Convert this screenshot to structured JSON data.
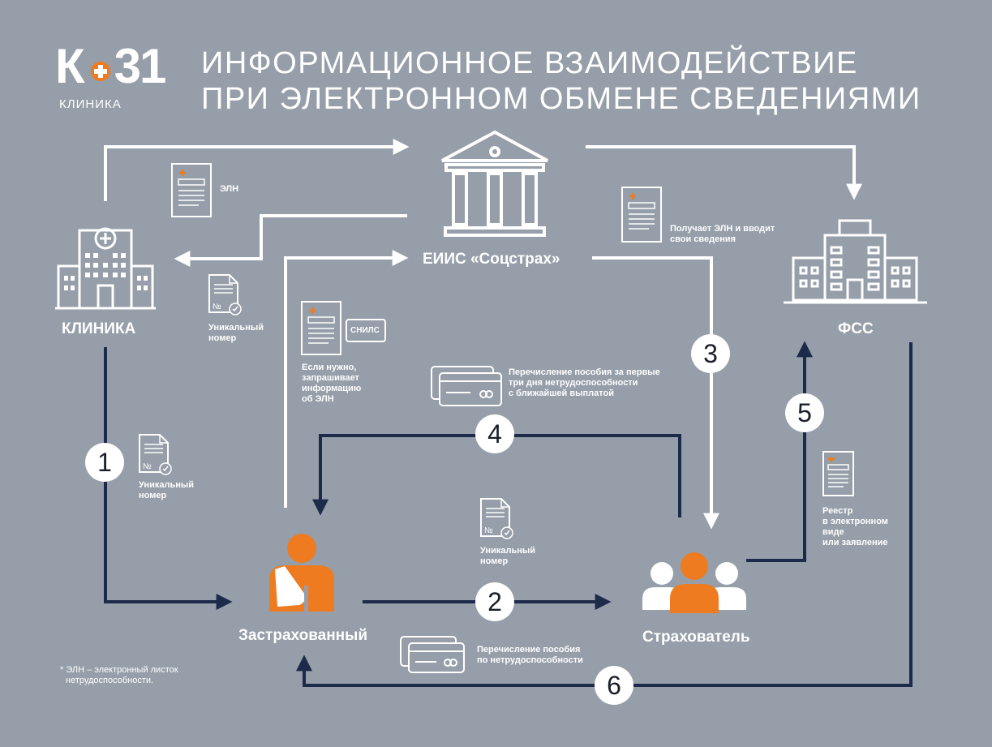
{
  "logo": {
    "text": "К+31",
    "main": "К",
    "plus": "+",
    "num": "31",
    "subtitle": "КЛИНИКА"
  },
  "title": {
    "line1": "ИНФОРМАЦИОННОЕ ВЗАИМОДЕЙСТВИЕ",
    "line2": "ПРИ ЭЛЕКТРОННОМ ОБМЕНЕ СВЕДЕНИЯМИ"
  },
  "nodes": {
    "clinic": "КЛИНИКА",
    "eiis": "ЕИИС «Соцстрах»",
    "fss": "ФСС",
    "insured": "Застрахованный",
    "insurer": "Страхователь"
  },
  "steps": [
    "1",
    "2",
    "3",
    "4",
    "5",
    "6"
  ],
  "annotations": {
    "eln": "ЭЛН",
    "unique_number_clinic": [
      "Уникальный",
      "номер"
    ],
    "unique_number_1": [
      "Уникальный",
      "номер"
    ],
    "unique_number_2": [
      "Уникальный",
      "номер"
    ],
    "snils": "СНИЛС",
    "query": [
      "Если нужно,",
      "запрашивает",
      "информацию",
      "об ЭЛН"
    ],
    "receives": [
      "Получает ЭЛН и вводит",
      "свои сведения"
    ],
    "transfer_first3": [
      "Перечисление пособия за первые",
      "три дня нетрудоспособности",
      "с ближайшей выплатой"
    ],
    "transfer_benefit": [
      "Перечисление пособия",
      "по нетрудоспособности"
    ],
    "registry": [
      "Реестр",
      "в электронном",
      "виде",
      "или заявление"
    ]
  },
  "footnote": [
    "* ЭЛН – электронный листок",
    "нетрудоспособности."
  ],
  "colors": {
    "background": "#959ea9",
    "white": "#ffffff",
    "navy": "#1d2a4a",
    "orange": "#ee7b1f",
    "number_text": "#1b1f2a"
  }
}
